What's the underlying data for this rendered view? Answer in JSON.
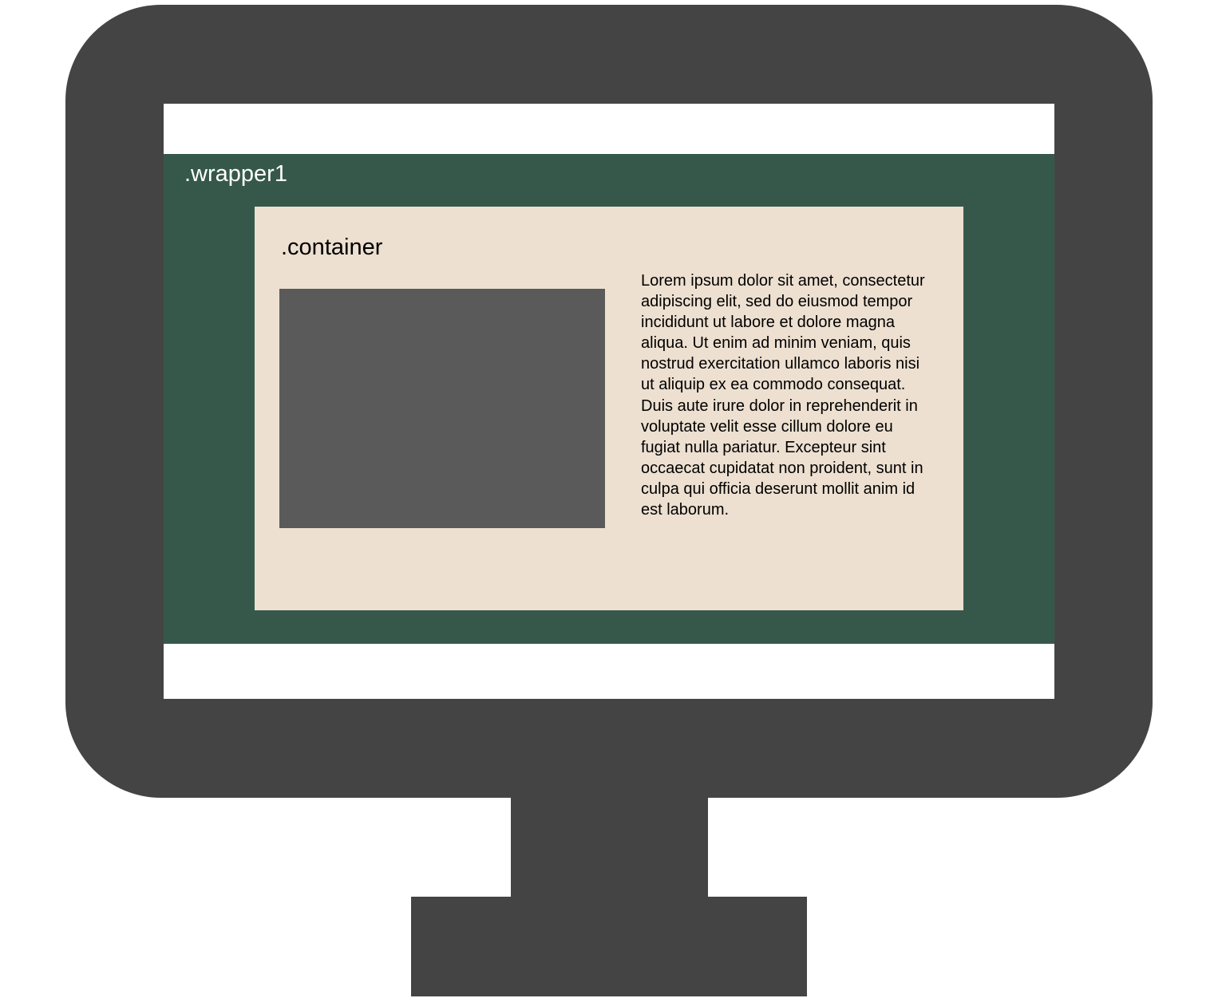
{
  "colors": {
    "monitor": "#444444",
    "screen": "#ffffff",
    "wrapper": "#36584b",
    "container": "#ede0d1",
    "image_placeholder": "#5a5a5a",
    "wrapper_label": "#ffffff",
    "text": "#000000"
  },
  "wrapper": {
    "label": ".wrapper1"
  },
  "container": {
    "label": ".container",
    "text": "Lorem ipsum dolor sit amet, consectetur adipiscing elit, sed do eiusmod tempor incididunt ut labore et dolore magna aliqua. Ut enim ad minim veniam, quis nostrud exercitation ullamco laboris nisi ut aliquip ex ea commodo consequat. Duis aute irure dolor in reprehenderit in voluptate velit esse cillum dolore eu fugiat nulla pariatur. Excepteur sint occaecat cupidatat non proident, sunt in culpa qui officia deserunt mollit anim id est laborum."
  }
}
